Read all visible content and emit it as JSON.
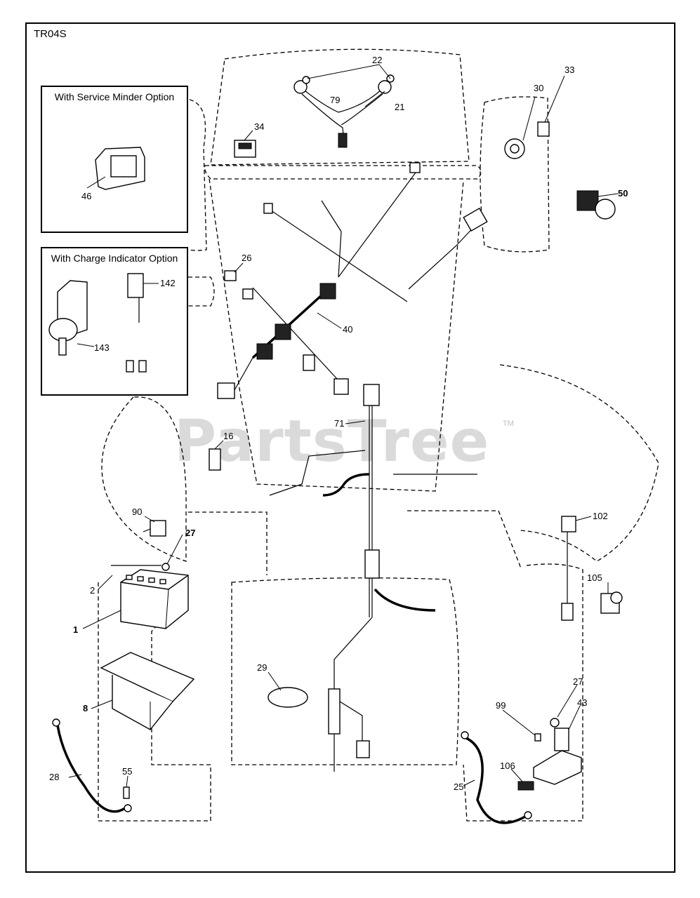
{
  "diagram": {
    "code": "TR04S",
    "watermark": "PartsTree",
    "trademark": "TM",
    "insets": [
      {
        "title": "With Service Minder Option"
      },
      {
        "title": "With Charge Indicator Option"
      }
    ],
    "callouts": [
      "22",
      "79",
      "21",
      "33",
      "30",
      "34",
      "50",
      "26",
      "142",
      "40",
      "143",
      "46",
      "16",
      "71",
      "90",
      "102",
      "27",
      "2",
      "1",
      "105",
      "8",
      "29",
      "27",
      "43",
      "99",
      "28",
      "55",
      "106",
      "25"
    ]
  }
}
